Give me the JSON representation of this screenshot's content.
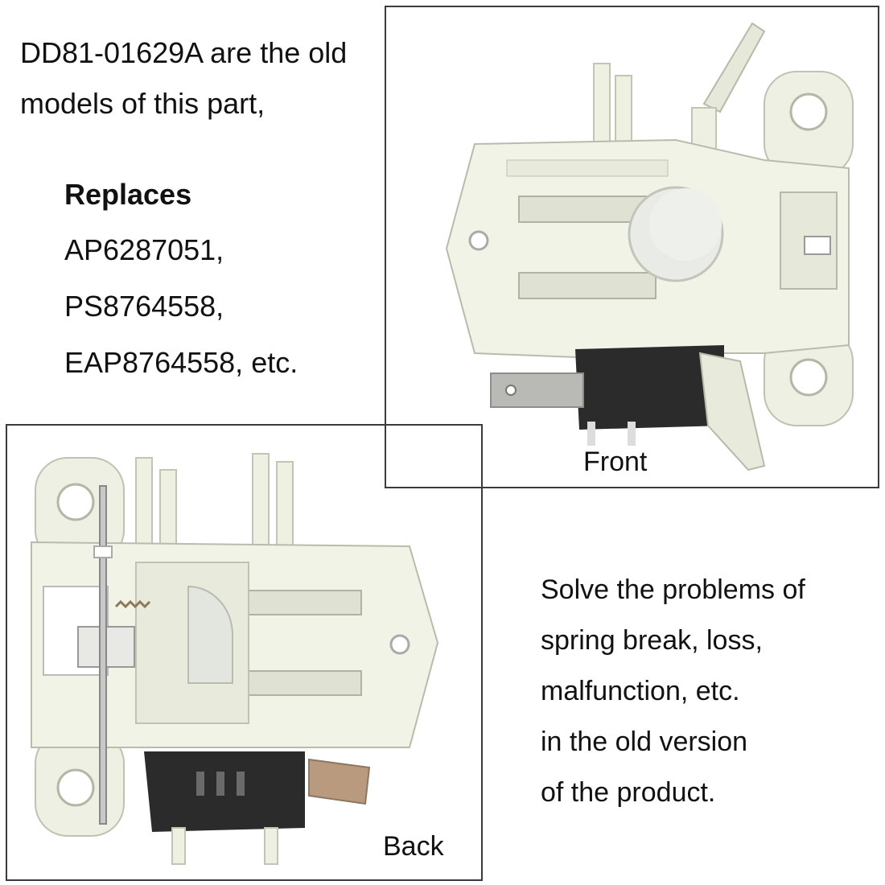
{
  "intro": {
    "line1": "DD81-01629A are the old",
    "line2": "models of this part,"
  },
  "replaces": {
    "heading": "Replaces",
    "parts": [
      "AP6287051,",
      "PS8764558,",
      "EAP8764558, etc."
    ]
  },
  "front_photo": {
    "caption": "Front"
  },
  "back_photo": {
    "caption": "Back"
  },
  "solve": {
    "lines": [
      "Solve the problems of",
      "spring break, loss,",
      "malfunction, etc.",
      "in the old version",
      "of the product."
    ]
  },
  "colors": {
    "plastic": "#f1f3e6",
    "plastic_shadow": "#d4d7c8",
    "switch_body": "#2b2b2b",
    "terminal": "#b9b9b6",
    "frame": "#3a3a3a"
  }
}
